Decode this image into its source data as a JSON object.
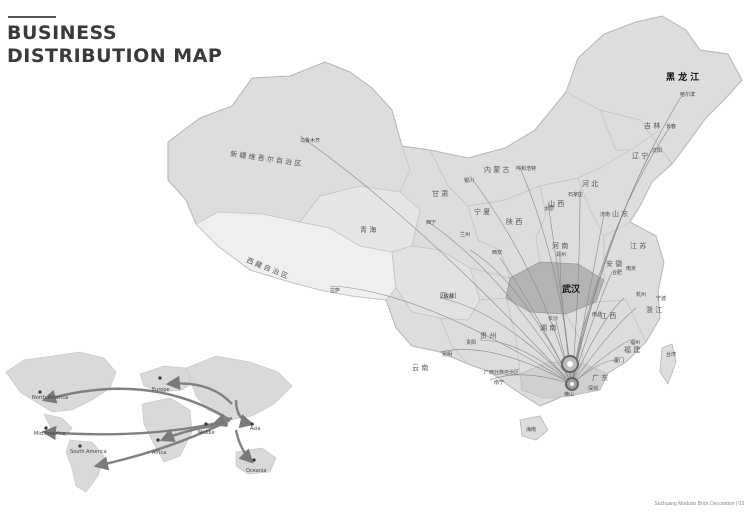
{
  "title": {
    "line1": "BUSINESS",
    "line2": "DISTRIBUTION MAP"
  },
  "footer": "Suzhuang Modular Brick Decoration | 03",
  "hub": {
    "name": "武汉",
    "origin": "佛山"
  },
  "provinces": {
    "xinjiang": "新 疆 维 吾 尔 自 治 区",
    "xizang": "西 藏 自 治 区",
    "qinghai": "青 海",
    "gansu": "甘 肃",
    "neimenggu": "内 蒙 古",
    "heilongjiang": "黑 龙 江",
    "jilin": "吉 林",
    "liaoning": "辽 宁",
    "sichuan": "四 川",
    "yunnan": "云 南",
    "guizhou": "贵 州",
    "hunan": "湖 南",
    "jiangxi": "江 西",
    "fujian": "福 建",
    "zhejiang": "浙 江",
    "anhui": "安 徽",
    "jiangsu": "江 苏",
    "shandong": "山 东",
    "henan": "河 南",
    "shanxi": "山 西",
    "shaanxi": "陕 西",
    "hebei": "河 北",
    "ningxia": "宁 夏",
    "guangxi": "广西壮族自治区",
    "guangdong": "广 东",
    "hainan": "海南",
    "taiwan": "台湾"
  },
  "cities": [
    {
      "name": "乌鲁木齐",
      "key": "urumqi"
    },
    {
      "name": "哈尔滨",
      "key": "harbin"
    },
    {
      "name": "长春",
      "key": "changchun"
    },
    {
      "name": "沈阳",
      "key": "shenyang"
    },
    {
      "name": "呼和浩特",
      "key": "hohhot"
    },
    {
      "name": "银川",
      "key": "yinchuan"
    },
    {
      "name": "太原",
      "key": "taiyuan"
    },
    {
      "name": "石家庄",
      "key": "shijiazhuang"
    },
    {
      "name": "济南",
      "key": "jinan"
    },
    {
      "name": "西宁",
      "key": "xining"
    },
    {
      "name": "兰州",
      "key": "lanzhou"
    },
    {
      "name": "西安",
      "key": "xian"
    },
    {
      "name": "郑州",
      "key": "zhengzhou"
    },
    {
      "name": "合肥",
      "key": "hefei"
    },
    {
      "name": "南京",
      "key": "nanjing"
    },
    {
      "name": "杭州",
      "key": "hangzhou"
    },
    {
      "name": "宁波",
      "key": "ningbo"
    },
    {
      "name": "南昌",
      "key": "nanchang"
    },
    {
      "name": "长沙",
      "key": "changsha"
    },
    {
      "name": "福州",
      "key": "fuzhou"
    },
    {
      "name": "厦门",
      "key": "xiamen"
    },
    {
      "name": "成都",
      "key": "chengdu"
    },
    {
      "name": "贵阳",
      "key": "guiyang"
    },
    {
      "name": "昆明",
      "key": "kunming"
    },
    {
      "name": "南宁",
      "key": "nanning"
    },
    {
      "name": "拉萨",
      "key": "lhasa"
    },
    {
      "name": "深圳",
      "key": "shenzhen"
    }
  ],
  "world_regions": [
    {
      "name": "North America",
      "key": "north-america"
    },
    {
      "name": "Mid America",
      "key": "mid-america"
    },
    {
      "name": "South America",
      "key": "south-america"
    },
    {
      "name": "Europe",
      "key": "europe"
    },
    {
      "name": "Africa",
      "key": "africa"
    },
    {
      "name": "Middle",
      "key": "middle"
    },
    {
      "name": "Asia",
      "key": "asia"
    },
    {
      "name": "Oceania",
      "key": "oceania"
    }
  ],
  "colors": {
    "land": "#dedede",
    "land_dark": "#c9c9c9",
    "hub_region": "#b3b3b3",
    "lines": "#777777",
    "arrows": "#808080"
  }
}
